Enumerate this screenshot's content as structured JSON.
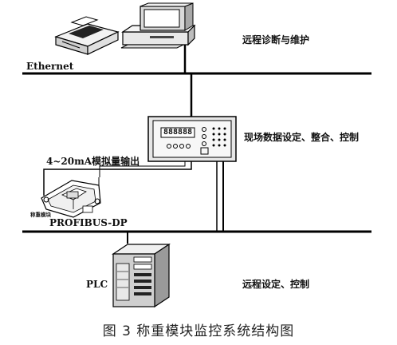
{
  "labels": {
    "ethernet": "Ethernet",
    "remote_diagnosis": "远程诊断与维护",
    "field_data": "现场数据设定、整合、控制",
    "analog_output": "4~20mA模拟量输出",
    "weighing_module": "称重模块",
    "profibus": "PROFIBUS-DP",
    "plc": "PLC",
    "remote_setting": "远程设定、控制"
  },
  "controller_display": "888888",
  "caption": "图 3   称重模块监控系统结构图"
}
